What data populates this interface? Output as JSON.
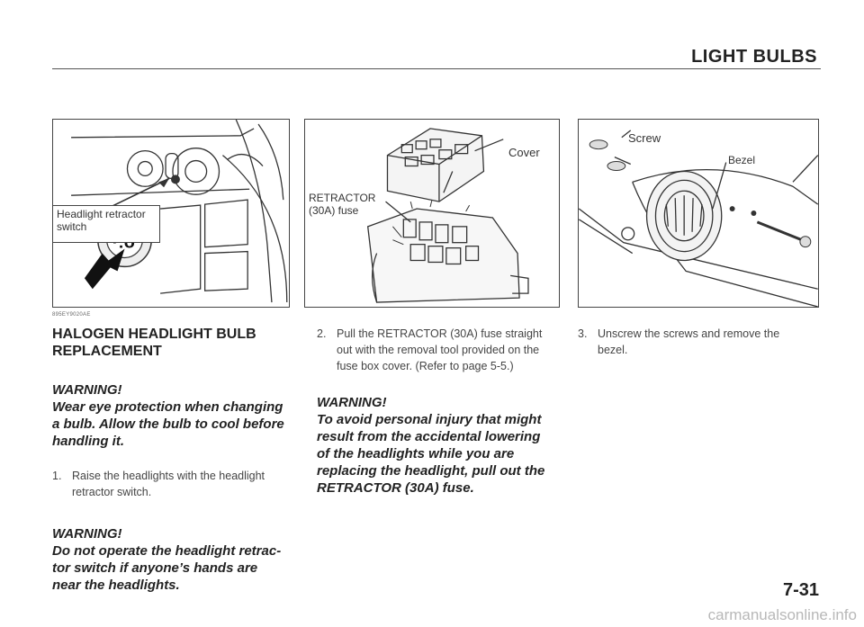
{
  "header": {
    "title": "LIGHT BULBS"
  },
  "figures": {
    "fig1": {
      "callout": "Headlight retractor\nswitch"
    },
    "fig2": {
      "cover_label": "Cover",
      "fuse_label": "RETRACTOR\n(30A) fuse"
    },
    "fig3": {
      "screw_label": "Screw",
      "bezel_label": "Bezel"
    },
    "code": "895EY9020AE"
  },
  "col1": {
    "heading": "HALOGEN HEADLIGHT BULB\nREPLACEMENT",
    "warning1_title": "WARNING!",
    "warning1_body": "Wear eye protection when changing\na bulb. Allow the bulb to cool before\nhandling it.",
    "step1_num": "1.",
    "step1_text": "Raise the headlights with the headlight\nretractor switch.",
    "warning2_title": "WARNING!",
    "warning2_body": "Do not operate the headlight retrac-\ntor switch if anyone’s hands are\nnear the headlights."
  },
  "col2": {
    "step2_num": "2.",
    "step2_text": "Pull the RETRACTOR (30A) fuse straight\nout with the removal tool provided on the\nfuse box cover. (Refer to page 5-5.)",
    "warning_title": "WARNING!",
    "warning_body": "To avoid personal injury that might\nresult from the accidental lowering\nof the headlights while you are\nreplacing the headlight, pull out the\nRETRACTOR (30A) fuse."
  },
  "col3": {
    "step3_num": "3.",
    "step3_text": "Unscrew the screws and remove the\nbezel."
  },
  "footer": {
    "page_number": "7-31",
    "watermark": "carmanualsonline.info"
  }
}
